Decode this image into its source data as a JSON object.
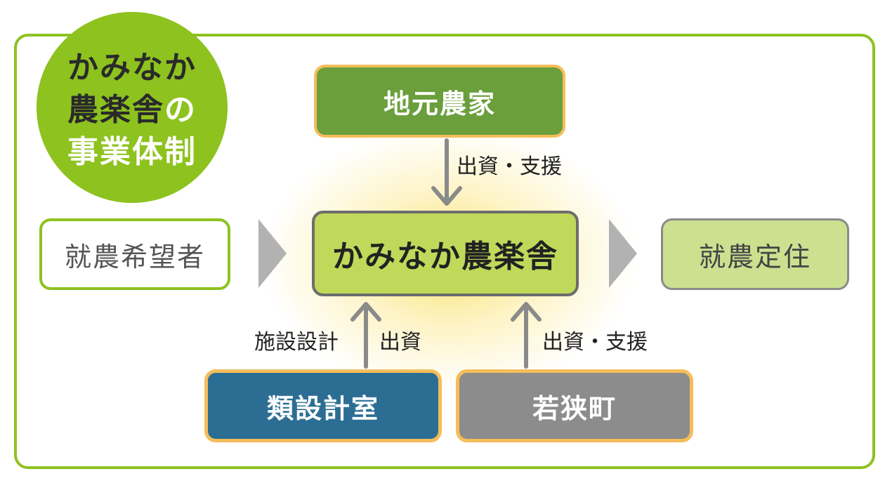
{
  "title": {
    "line1": "かみなか",
    "line2_main": "農楽舎",
    "line2_accent": "の",
    "line3": "事業体制"
  },
  "nodes": {
    "local_farmers": "地元農家",
    "kaminaka": "かみなか農楽舎",
    "farming_applicant": "就農希望者",
    "farming_settlement": "就農定住",
    "design_office": "類設計室",
    "wakasa_town": "若狭町"
  },
  "edges": {
    "farmers_to_center": "出資・支援",
    "design_facility": "施設設計",
    "design_invest": "出資",
    "town_to_center": "出資・支援"
  },
  "colors": {
    "frame_green": "#8dc21f",
    "farmers_box": "#6a9f3c",
    "center_box": "#c1d95a",
    "design_box": "#2c6e93",
    "town_box": "#8c8c8c",
    "box_outline": "#f5bd5a"
  }
}
